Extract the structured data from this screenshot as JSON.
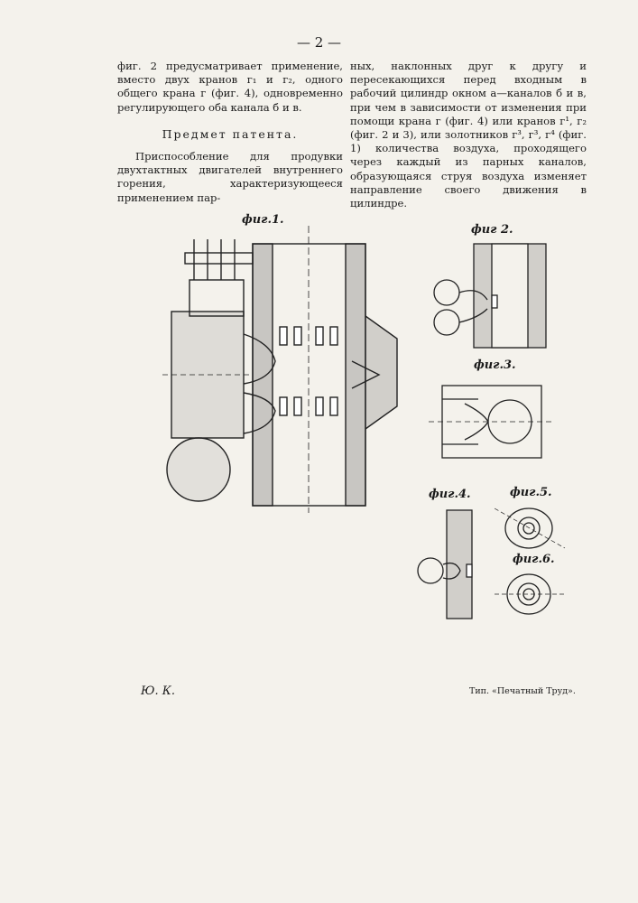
{
  "page_number": "— 2 —",
  "left_column": {
    "para1": "фиг. 2 предусматривает применение, вместо двух кранов г₁ и г₂, одного общего крана г (фиг. 4), одновременно регулирующего оба канала б и в.",
    "heading": "Предмет патента.",
    "para2": "Приспособление для продувки двухтактных двигателей внутреннего горения, характеризующееся применением пар-"
  },
  "right_column": {
    "para1": "ных, наклонных друг к другу и пересекающихся перед входным в рабочий цилиндр окном а—каналов б и в, при чем в зависимости от изменения при помощи крана г (фиг. 4) или кранов г¹, г₂ (фиг. 2 и 3), или золотников г³, г³, г⁴ (фиг. 1) количества воздуха, проходящего через каждый из парных каналов, образующаяся струя воздуха изменяет направление своего движения в цилиндре."
  },
  "figures": {
    "fig1": "фиг.1.",
    "fig2": "фиг 2.",
    "fig3": "фиг.3.",
    "fig4": "фиг.4.",
    "fig5": "фиг.5.",
    "fig6": "фиг.6."
  },
  "footer": {
    "signature": "Ю. К.",
    "printer": "Тип. «Печатный Труд»."
  }
}
